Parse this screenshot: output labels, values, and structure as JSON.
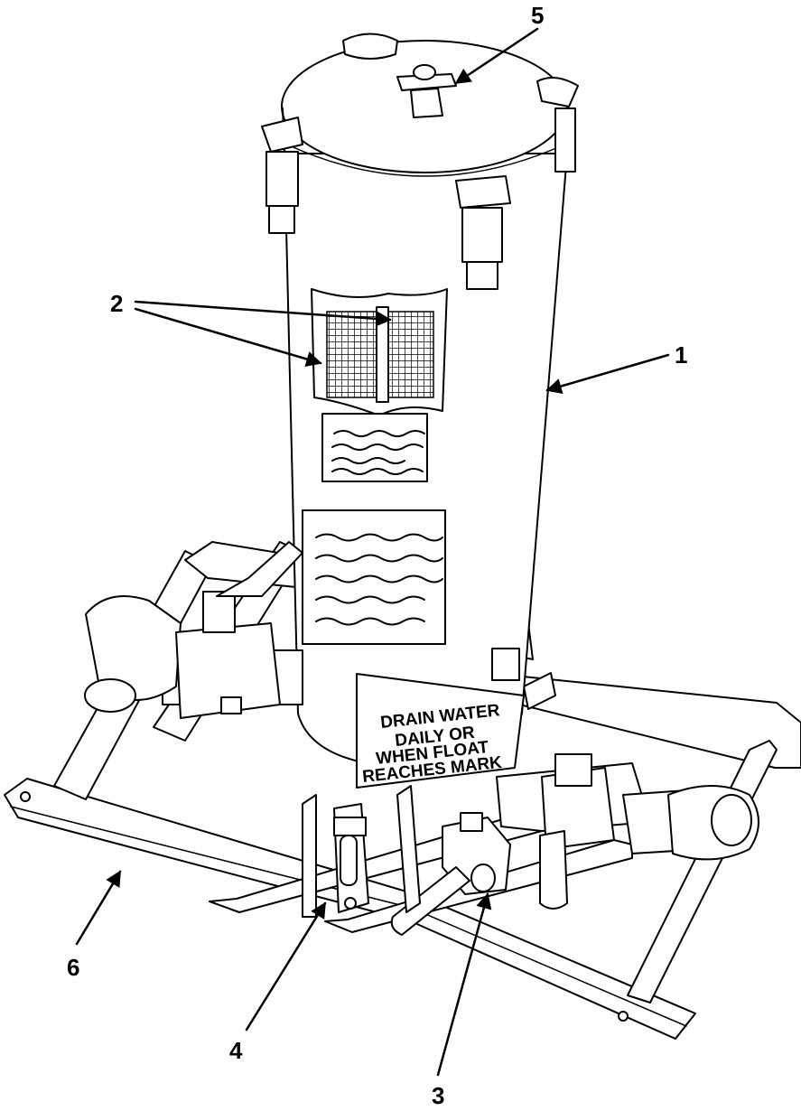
{
  "callouts": [
    "1",
    "2",
    "3",
    "4",
    "5",
    "6"
  ],
  "drain_plate": [
    "DRAIN WATER",
    "DAILY OR",
    "WHEN FLOAT",
    "REACHES MARK"
  ]
}
